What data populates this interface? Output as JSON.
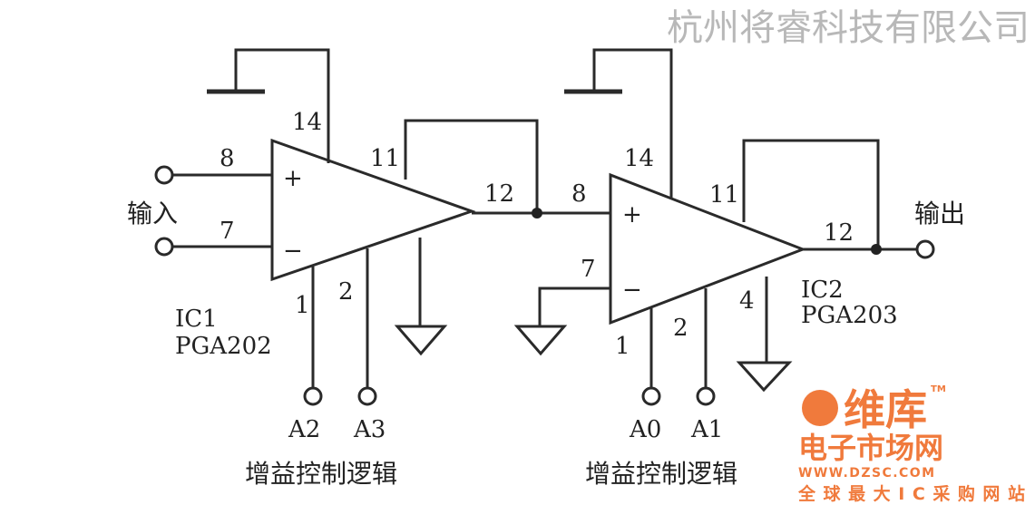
{
  "ic1": {
    "name": "IC1",
    "part": "PGA202",
    "pins": {
      "p14": "14",
      "p8": "8",
      "p7": "7",
      "p11": "11",
      "p12": "12",
      "p1": "1",
      "p2": "2"
    },
    "plus": "+",
    "minus": "−",
    "inputs": [
      "A2",
      "A3"
    ],
    "logic": "增益控制逻辑"
  },
  "ic2": {
    "name": "IC2",
    "part": "PGA203",
    "pins": {
      "p14": "14",
      "p8": "8",
      "p7": "7",
      "p11": "11",
      "p12": "12",
      "p1": "1",
      "p2": "2",
      "p4": "4"
    },
    "plus": "+",
    "minus": "−",
    "inputs": [
      "A0",
      "A1"
    ],
    "logic": "增益控制逻辑"
  },
  "input_label": "输入",
  "output_label": "输出",
  "watermark": {
    "company": "杭州将睿科技有限公司",
    "brand": "维库",
    "brand2": "电子市场网",
    "url": "WWW.DZSC.COM",
    "slogan": "全球最大IC采购网站",
    "tm": "TM",
    "color": "#f07a3c"
  }
}
